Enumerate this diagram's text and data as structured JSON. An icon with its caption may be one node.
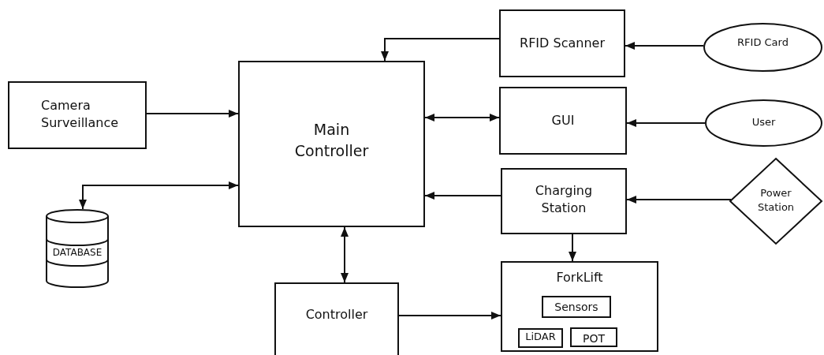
{
  "diagram": {
    "nodes": [
      {
        "text": [
          "Camera Surveillance"
        ]
      },
      {
        "text": [
          "Main Controller"
        ]
      },
      {
        "text": [
          "RFID Scanner"
        ]
      },
      {
        "text": [
          "RFID Card"
        ]
      },
      {
        "text": [
          "GUI"
        ]
      },
      {
        "text": [
          "User"
        ]
      },
      {
        "text": [
          "Charging Station"
        ]
      },
      {
        "text": [
          "Power Station"
        ]
      },
      {
        "text": [
          "DATABASE"
        ]
      },
      {
        "text": [
          "Controller"
        ]
      },
      {
        "text": [
          "ForkLift"
        ]
      },
      {
        "text": [
          "Sensors"
        ],
        "in": 10
      },
      {
        "text": [
          "LiDAR"
        ],
        "in": 10
      },
      {
        "text": [
          "POT"
        ],
        "in": 10
      }
    ],
    "edges": [
      {
        "from": 2,
        "to": 1,
        "arrow": "to"
      },
      {
        "from": 3,
        "to": 2,
        "arrow": "to"
      },
      {
        "from": 0,
        "to": 1,
        "arrow": "to"
      },
      {
        "from": 1,
        "to": 4,
        "arrow": "both"
      },
      {
        "from": 5,
        "to": 4,
        "arrow": "to"
      },
      {
        "from": 6,
        "to": 1,
        "arrow": "to"
      },
      {
        "from": 7,
        "to": 6,
        "arrow": "to"
      },
      {
        "from": 1,
        "to": 8,
        "arrow": "both"
      },
      {
        "from": 1,
        "to": 9,
        "arrow": "both"
      },
      {
        "from": 6,
        "to": 10,
        "arrow": "to"
      },
      {
        "from": 9,
        "to": 10,
        "arrow": "to"
      }
    ]
  }
}
